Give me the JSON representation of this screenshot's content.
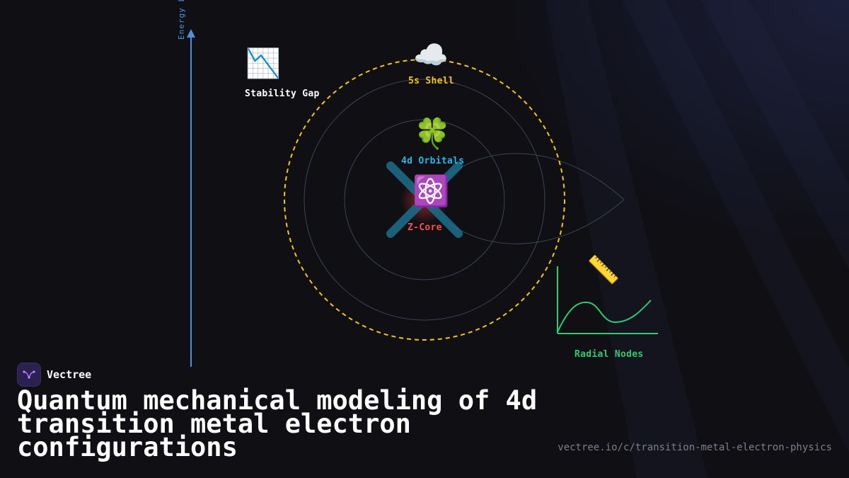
{
  "diagram": {
    "axis_label": "Energy Le",
    "nodes": {
      "stability_gap": {
        "label": "Stability Gap",
        "icon": "chart-decreasing-icon",
        "glyph": "📉",
        "color": "#ffffff"
      },
      "shell_5s": {
        "label": "5s Shell",
        "icon": "cloud-icon",
        "glyph": "☁️",
        "color": "#f5c518"
      },
      "orbitals_4d": {
        "label": "4d Orbitals",
        "icon": "four-leaf-clover-icon",
        "glyph": "🍀",
        "color": "#22b8e8"
      },
      "z_core": {
        "label": "Z-Core",
        "icon": "atom-icon",
        "glyph": "⚛️",
        "color": "#ff4d4d"
      },
      "radial_nodes": {
        "label": "Radial Nodes",
        "icon": "ruler-icon",
        "glyph": "📏",
        "color": "#2ecc71"
      }
    },
    "colors": {
      "axis": "#4a90e2",
      "shell_dashed": "#f5c518",
      "orbit_rings": "#3a4658",
      "cross": "#1c6f8c",
      "curve": "#2ecc71"
    }
  },
  "branding": {
    "name": "Vectree",
    "title": "Quantum mechanical modeling of 4d transition metal electron configurations",
    "url": "vectree.io/c/transition-metal-electron-physics"
  }
}
